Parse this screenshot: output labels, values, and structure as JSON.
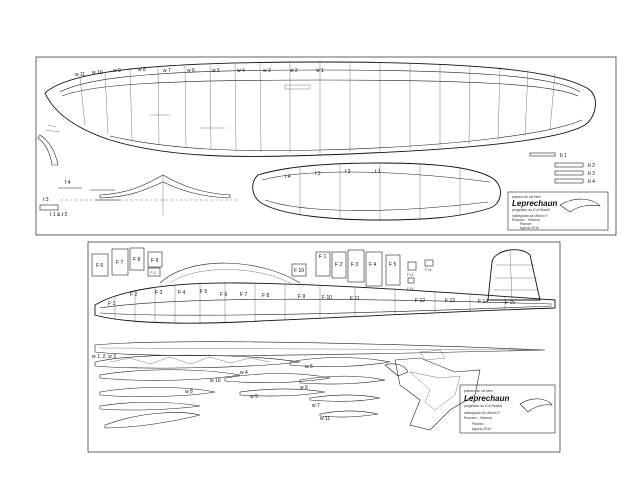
{
  "sheet1": {
    "title_block": {
      "title": "Leprechaun",
      "line1": "planeur de vol libre",
      "line2": "progettato da G.a.Rinaldi",
      "line3": "ridisegnato da Vittorio F.",
      "line4": "Romano - Vicenza",
      "line5": "Planum",
      "line6": "Agosto 2010"
    },
    "wing_rib_labels": [
      "w 11",
      "w 10",
      "w 9",
      "w 8",
      "w 7",
      "w 6",
      "w 5",
      "w 4",
      "w 3",
      "w 2",
      "w 1"
    ],
    "stab_rib_labels": [
      "t 4",
      "t 3",
      "t 2",
      "t 1"
    ],
    "part_labels": {
      "fin_t4": "f 4",
      "t3": "t 3",
      "t1t2": "t 1 & t 2",
      "b1": "b 1",
      "b2": "b 2",
      "b3": "b 3",
      "b4": "b 4"
    }
  },
  "sheet2": {
    "title_block": {
      "title": "Leprechaun",
      "line1": "planeur de vol libre",
      "line2": "progettato da G.a.Rinaldi",
      "line3": "ridisegnato da Vittorio F.",
      "line4": "Romano - Vicenza",
      "line5": "Planum",
      "line6": "Agosto 2010"
    },
    "former_labels": [
      "F 6",
      "F 7",
      "F 8",
      "F 9",
      "F 12",
      "F 10",
      "F 1",
      "F 2",
      "F 3",
      "F 4",
      "F 5",
      "F 13",
      "F 14",
      "F 15"
    ],
    "fuselage_station_labels": [
      "F 1",
      "F 2",
      "F 3",
      "F 4",
      "F 5",
      "F 6",
      "F 7",
      "F 8",
      "F 9",
      "F 10",
      "F 11",
      "F 12",
      "F 13",
      "F 14",
      "F 15"
    ],
    "wing_rib_tag": "w 1, 2, w 3",
    "small_rib_labels": [
      "w 4",
      "w 5",
      "w 6",
      "w 7",
      "w 8",
      "w 9",
      "w 10",
      "w 11"
    ]
  }
}
